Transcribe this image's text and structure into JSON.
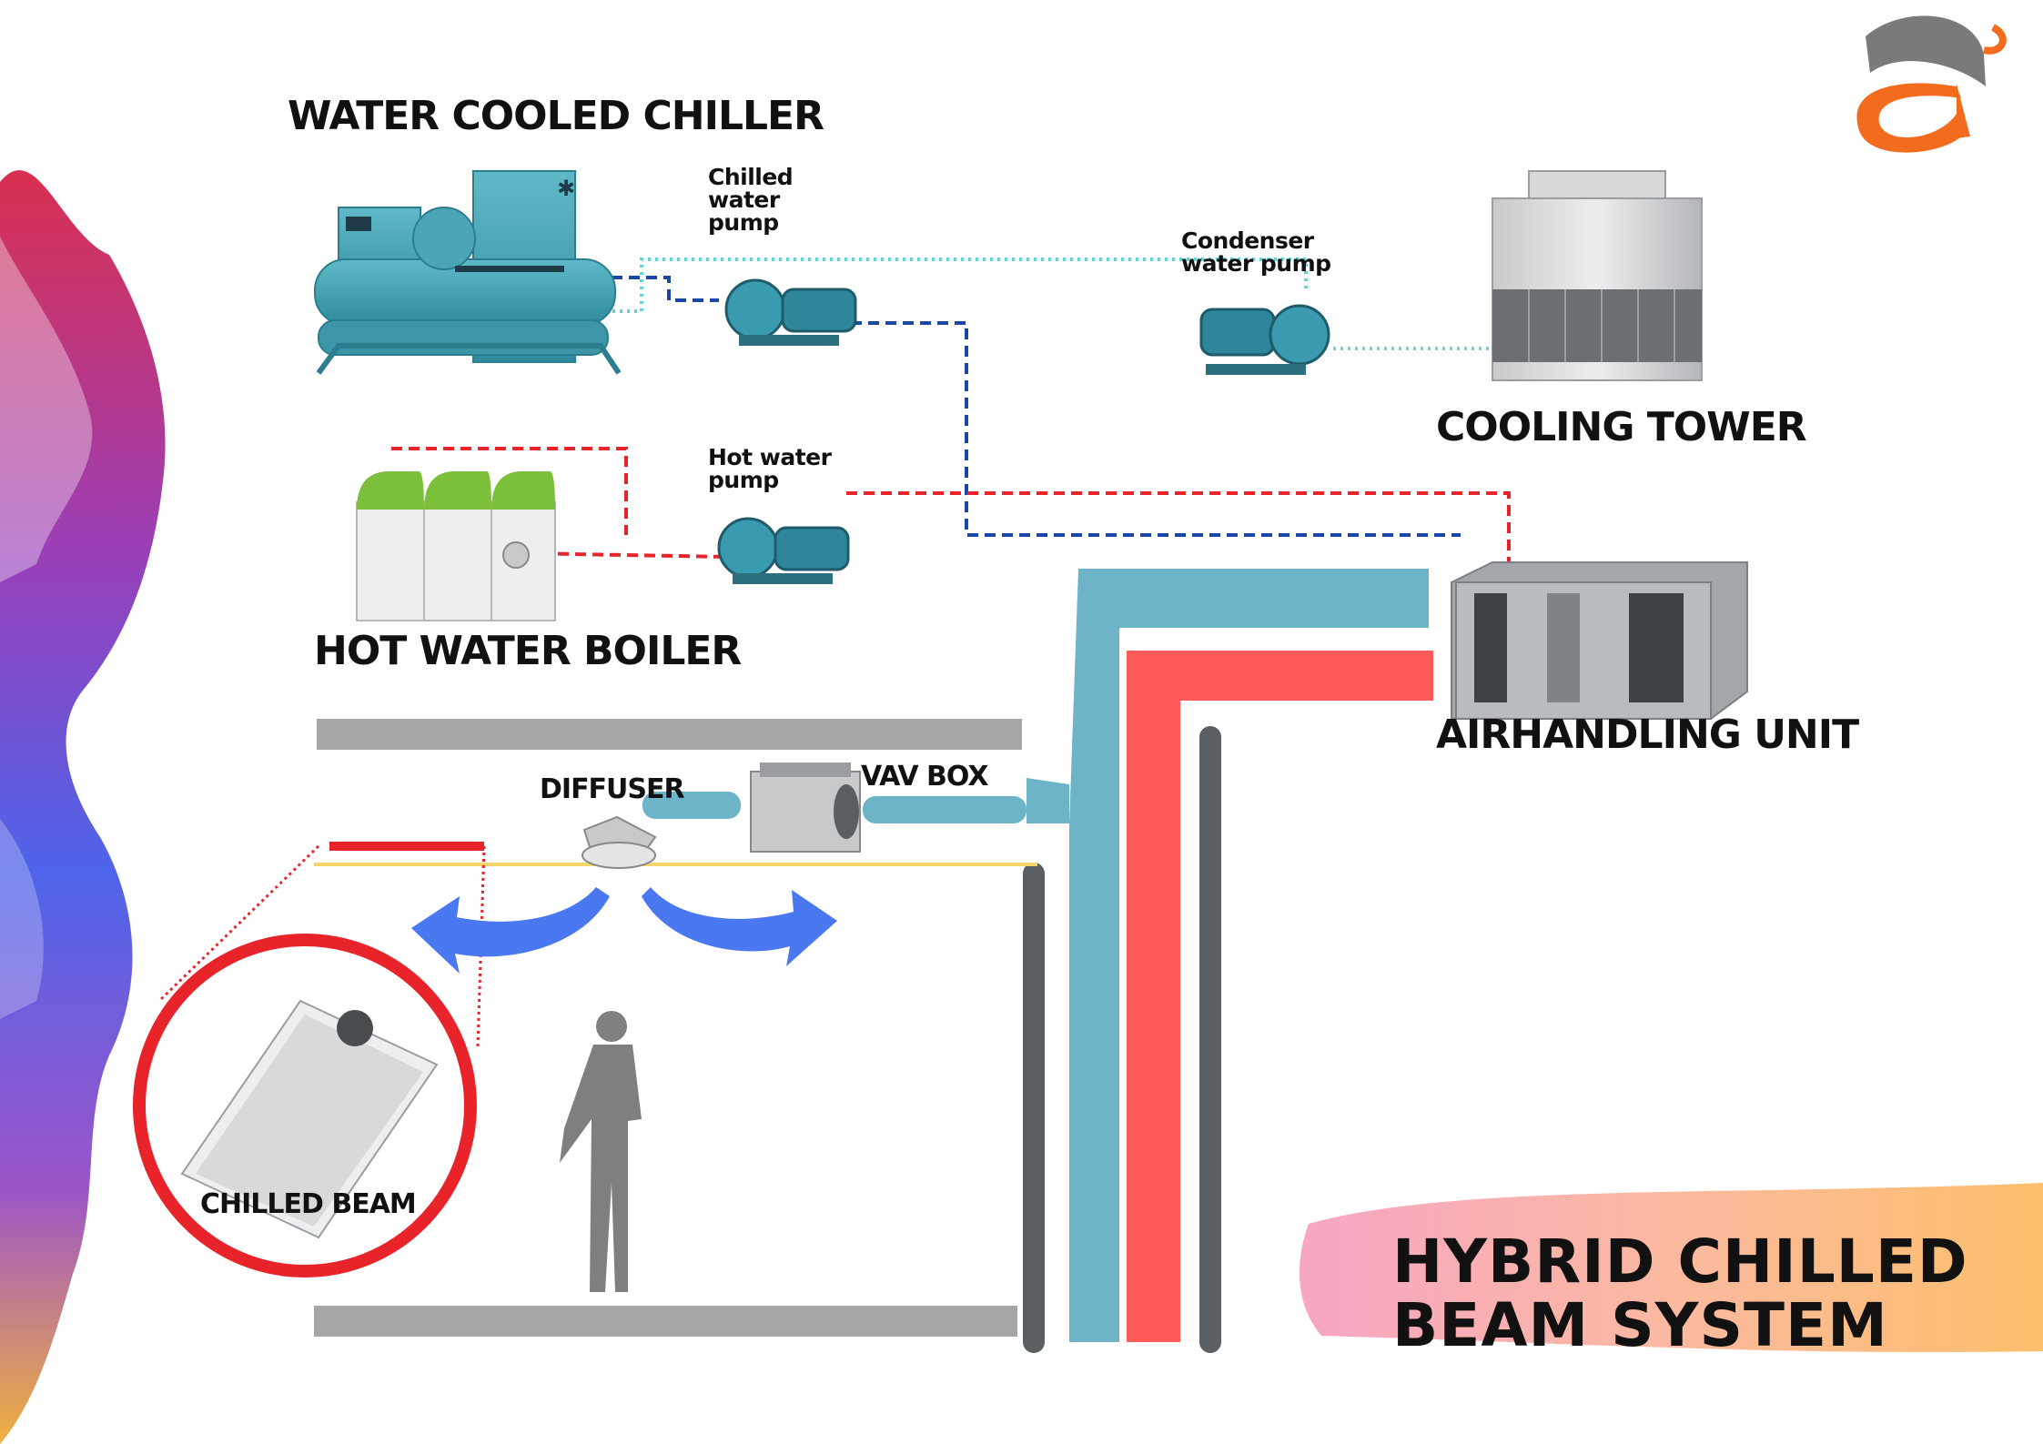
{
  "labels": {
    "water_cooled_chiller": "WATER COOLED CHILLER",
    "chilled_water_pump": "Chilled water pump",
    "condenser_water_pump": "Condenser water pump",
    "cooling_tower": "COOLING TOWER",
    "hot_water_pump": "Hot water pump",
    "hot_water_boiler": "HOT WATER BOILER",
    "airhandling_unit": "AIRHANDLING UNIT",
    "diffuser": "DIFFUSER",
    "vav_box": "VAV BOX",
    "chilled_beam": "CHILLED BEAM"
  },
  "title": {
    "line1": "HYBRID CHILLED",
    "line2": "BEAM SYSTEM"
  },
  "logo": {
    "letter": "a"
  },
  "colors": {
    "chilled_pipe": "#1a47a6",
    "condenser_pipe": "#5fd6d6",
    "hot_pipe": "#e8232a",
    "supply_duct": "#6eb4c8",
    "hot_duct": "#ff5a5a",
    "return_duct": "#5a5f63",
    "floor_ceiling": "#a6a6a6",
    "ceiling_line": "#f5d46a",
    "airflow_arrow": "#4a78f0",
    "logo_orange": "#f36b1c",
    "logo_gray": "#7a7a7a"
  }
}
